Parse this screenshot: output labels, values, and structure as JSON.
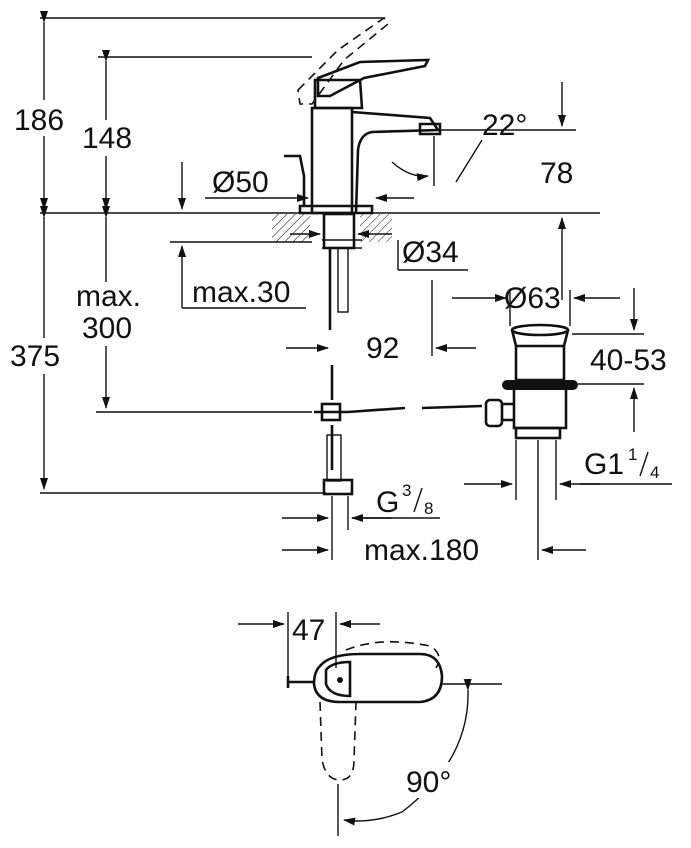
{
  "dimensions": {
    "d186": "186",
    "d148": "148",
    "d22deg": "22°",
    "d78": "78",
    "d50": "Ø50",
    "d34": "Ø34",
    "max30": "max.30",
    "max300_line1": "max.",
    "max300_line2": "300",
    "d375": "375",
    "d92": "92",
    "d63": "Ø63",
    "d4053": "40-53",
    "g114_main": "G1",
    "g114_num": "1",
    "g114_den": "4",
    "g38_main": "G",
    "g38_num": "3",
    "g38_den": "8",
    "max180": "max.180",
    "d47": "47",
    "d90deg": "90°"
  },
  "colors": {
    "line": "#111111",
    "background": "#ffffff"
  }
}
